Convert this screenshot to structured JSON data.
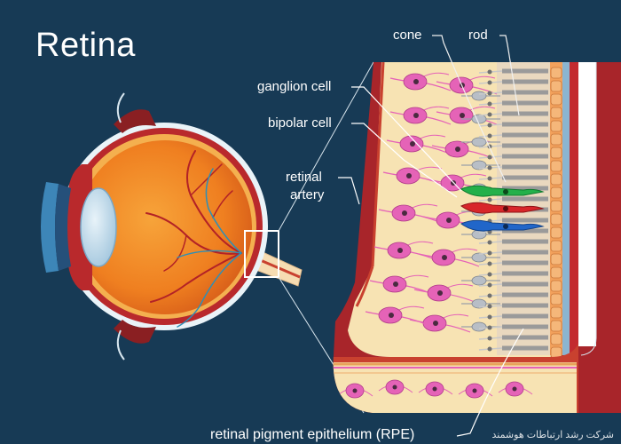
{
  "diagram": {
    "title": "Retina",
    "labels": {
      "cone": "cone",
      "rod": "rod",
      "ganglion_cell": "ganglion cell",
      "bipolar_cell": "bipolar cell",
      "retinal_artery_line1": "retinal",
      "retinal_artery_line2": "artery",
      "rpe": "retinal pigment epithelium (RPE)"
    },
    "watermark": "شرکت رشد ارتباطات هوشمند"
  },
  "colors": {
    "background": "#173a55",
    "tissue": "#f7e3b3",
    "wall_red": "#a8252a",
    "ganglion_pink": "#e563b7",
    "cone_green": "#24b04a",
    "cone_red": "#d8262a",
    "cone_blue": "#2166c9",
    "rpe_orange": "#f2a15c",
    "eye_orange": "#f0801f"
  }
}
